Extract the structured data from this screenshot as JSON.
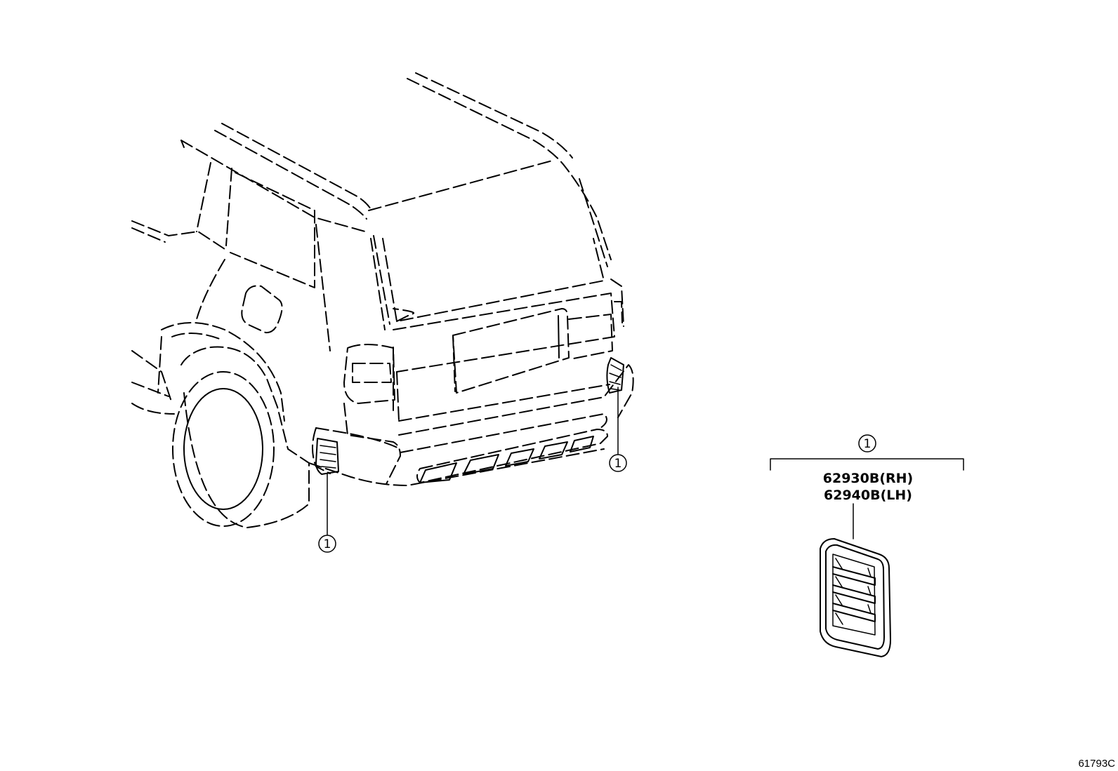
{
  "callout": {
    "number": "1"
  },
  "part": {
    "numbers": [
      "62930B(RH)",
      "62940B(LH)"
    ]
  },
  "illustration": {
    "code": "61793C"
  }
}
